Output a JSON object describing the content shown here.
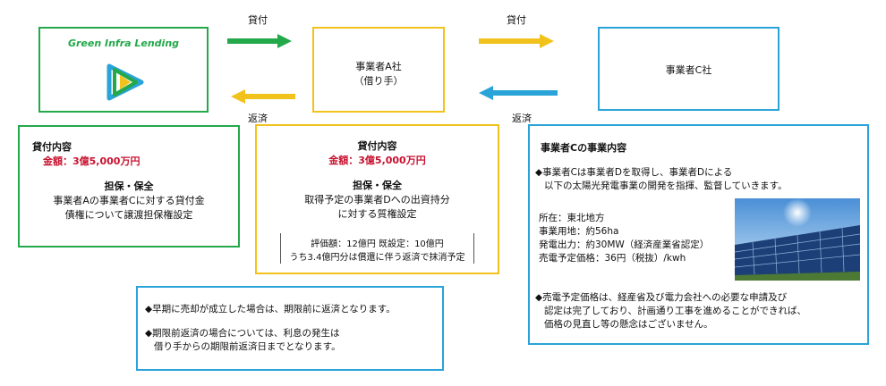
{
  "logo_text": "Green Infra Lending",
  "top_arrows": {
    "lend_1": "貸付",
    "repay_1": "返済",
    "lend_2": "貸付",
    "repay_2": "返済"
  },
  "company_a": {
    "line1": "事業者A社",
    "line2": "（借り手）"
  },
  "company_c": {
    "name": "事業者C社"
  },
  "loan_box_left": {
    "title": "貸付内容",
    "amount": "金額：3億5,000万円",
    "security_title": "担保・保全",
    "security_line1": "事業者Aの事業者Cに対する貸付金",
    "security_line2": "債権について譲渡担保権設定"
  },
  "loan_box_center": {
    "title": "貸付内容",
    "amount": "金額：3億5,000万円",
    "security_title": "担保・保全",
    "security_line1": "取得予定の事業者Dへの出資持分",
    "security_line2": "に対する質権設定",
    "note_line1": "評価額：12億円 既設定：10億円",
    "note_line2": "うち3.4億円分は償還に伴う返済で抹消予定"
  },
  "business_c": {
    "title": "事業者Cの事業内容",
    "intro_line1": "◆事業者Cは事業者Dを取得し、事業者Dによる",
    "intro_line2": "以下の太陽光発電事業の開発を指揮、監督していきます。",
    "location": "所在：東北地方",
    "land": "事業用地：約56ha",
    "output": "発電出力：約30MW（経済産業省認定）",
    "price": "売電予定価格：36円（税抜）/kwh",
    "note_line1": "◆売電予定価格は、経産省及び電力会社への必要な申請及び",
    "note_line2": "認定は完了しており、計画通り工事を進めることができれば、",
    "note_line3": "価格の見直し等の懸念はございません。"
  },
  "repayment_note": {
    "line1": "◆早期に売却が成立した場合は、期限前に返済となります。",
    "line2": "◆期限前返済の場合については、利息の発生は",
    "line3": "借り手からの期限前返済日までとなります。"
  },
  "colors": {
    "green": "#23a84a",
    "yellow": "#f2c21c",
    "blue": "#2aa3d8",
    "red": "#c8102e"
  }
}
